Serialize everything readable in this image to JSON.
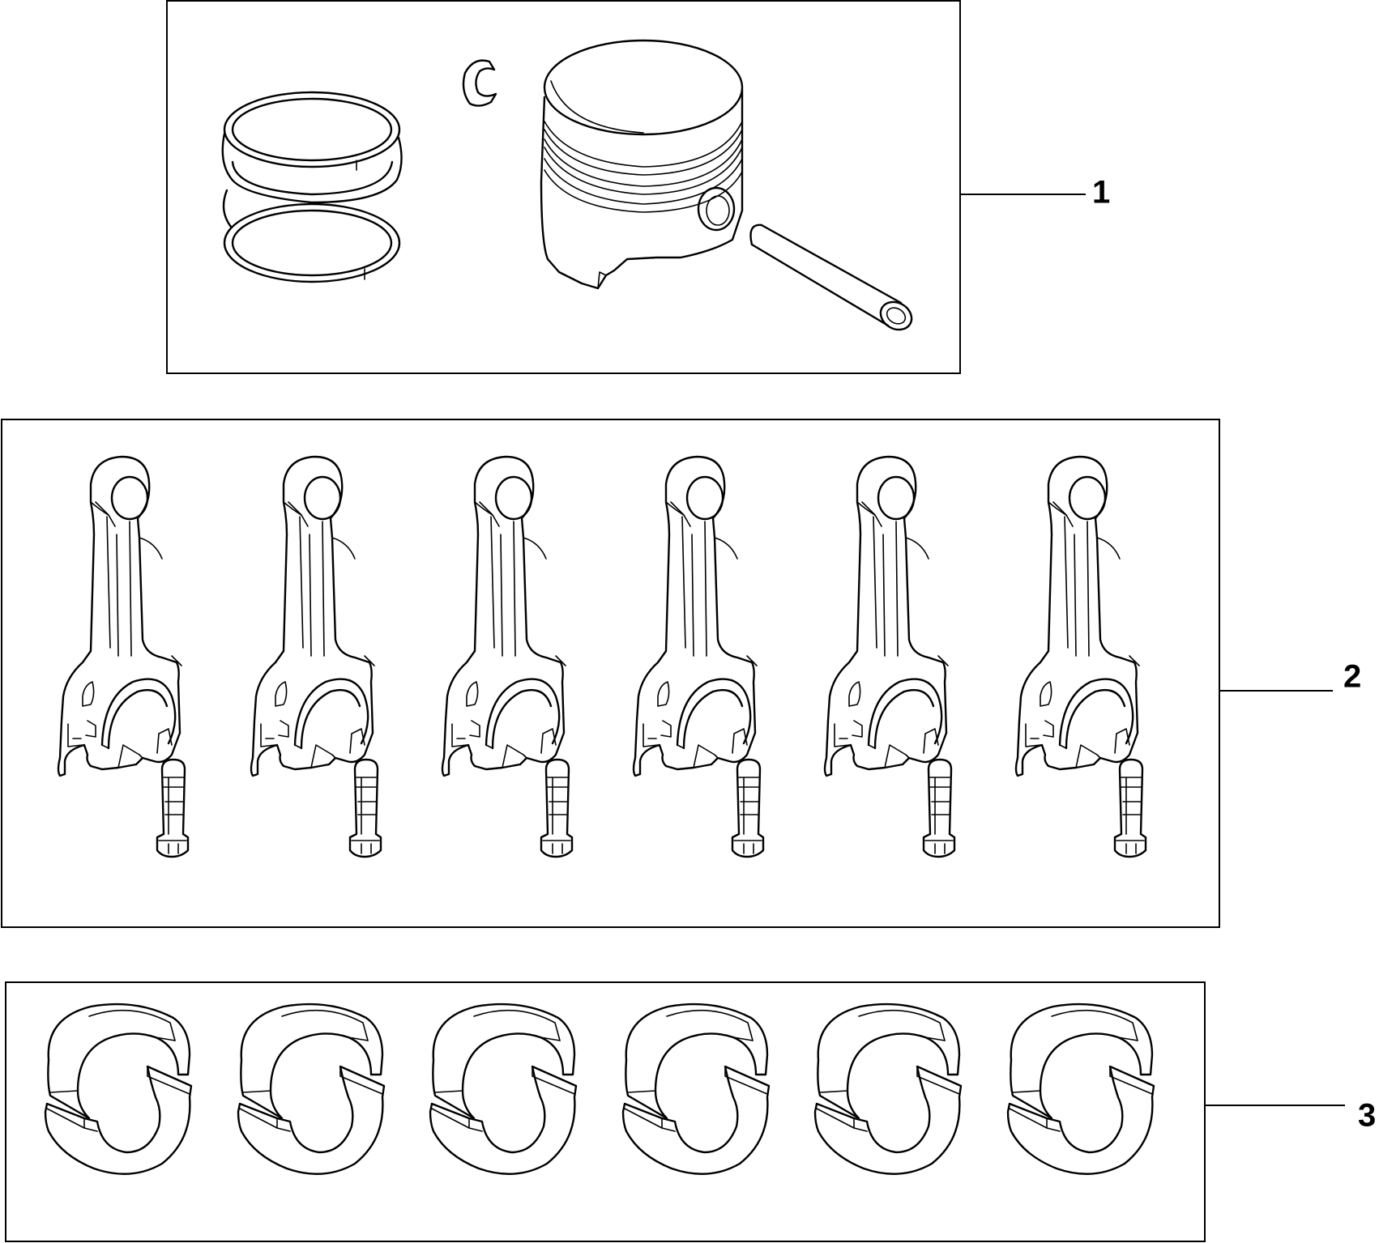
{
  "callouts": {
    "piston_kit": "1",
    "connecting_rods": "2",
    "bearings": "3"
  },
  "connecting_rod_count": 6,
  "bearing_count": 6
}
